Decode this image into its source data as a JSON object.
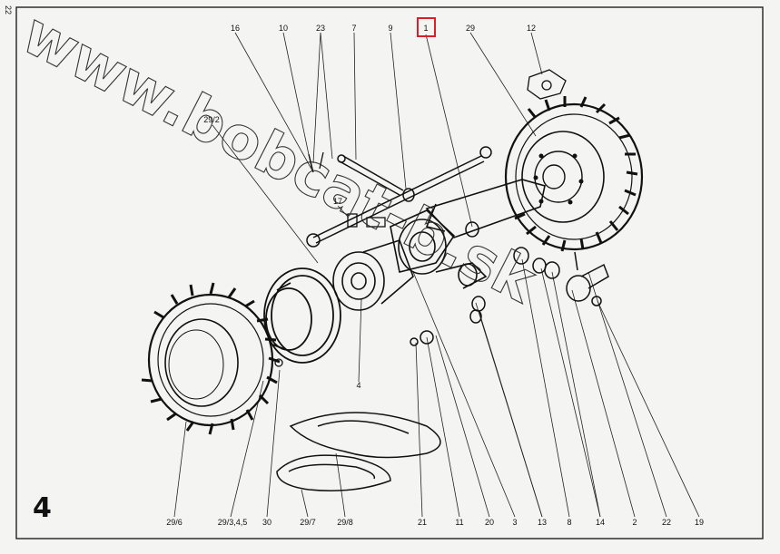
{
  "page": {
    "side_number": "22",
    "figure_number": "4"
  },
  "highlight": {
    "label": "1"
  },
  "watermark": {
    "text": "www.bobcat-b.sk"
  },
  "callouts_top": [
    "16",
    "10",
    "23",
    "7",
    "9",
    "1",
    "29",
    "12"
  ],
  "callouts_mid": [
    "29/2",
    "17",
    "4"
  ],
  "callouts_bottom": [
    "29/6",
    "29/3,4,5",
    "30",
    "29/7",
    "29/8",
    "21",
    "11",
    "20",
    "3",
    "13",
    "8",
    "14",
    "2",
    "22",
    "19"
  ]
}
